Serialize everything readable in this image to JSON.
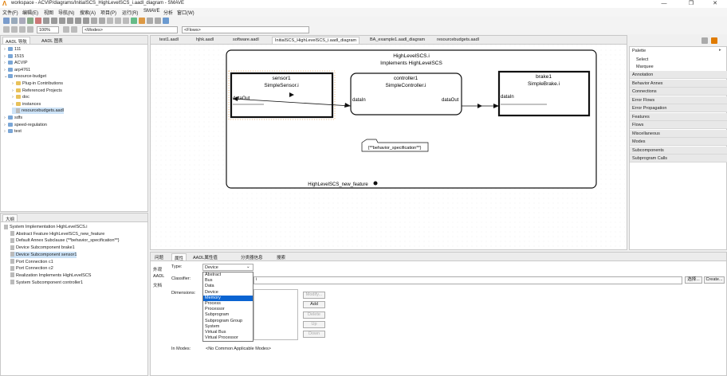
{
  "window": {
    "title": "workspace - ACVIP/diagrams/InitialSCS_HighLevelSCS_i.aadl_diagram - SMAVE",
    "min": "—",
    "max": "❐",
    "close": "✕"
  },
  "menu": [
    "文件(F)",
    "编辑(E)",
    "视图",
    "导航(N)",
    "搜索(A)",
    "项目(P)",
    "运行(R)",
    "SMAVE",
    "分析",
    "窗口(W)"
  ],
  "toolbar": {
    "zoom": "100%",
    "modes": "<Modes>",
    "flows": "<Flows>"
  },
  "left_panel": {
    "tabs": [
      "AADL 导航",
      "AADL 图表"
    ],
    "tree": [
      {
        "label": "111",
        "indent": 0,
        "kind": "proj"
      },
      {
        "label": "1515",
        "indent": 0,
        "kind": "proj"
      },
      {
        "label": "ACVIP",
        "indent": 0,
        "kind": "proj"
      },
      {
        "label": "arp4761",
        "indent": 0,
        "kind": "proj"
      },
      {
        "label": "resource-budget",
        "indent": 0,
        "kind": "proj",
        "open": true
      },
      {
        "label": "Plug-in Contributions",
        "indent": 1,
        "kind": "folder"
      },
      {
        "label": "Referenced Projects",
        "indent": 1,
        "kind": "folder"
      },
      {
        "label": "doc",
        "indent": 1,
        "kind": "folder"
      },
      {
        "label": "instances",
        "indent": 1,
        "kind": "folder"
      },
      {
        "label": "resourcebudgets.aadl",
        "indent": 1,
        "kind": "file",
        "selected": true
      },
      {
        "label": "sdfs",
        "indent": 0,
        "kind": "proj"
      },
      {
        "label": "speed-regulation",
        "indent": 0,
        "kind": "proj"
      },
      {
        "label": "test",
        "indent": 0,
        "kind": "proj"
      }
    ]
  },
  "outline": {
    "tab": "大纲",
    "items": [
      {
        "label": "System Implementation HighLevelSCS.i",
        "indent": 0
      },
      {
        "label": "Abstract Feature HighLevelSCS_new_feature",
        "indent": 1
      },
      {
        "label": "Default Annex Subclause {**behavior_specification**}",
        "indent": 1
      },
      {
        "label": "Device Subcomponent brake1",
        "indent": 1
      },
      {
        "label": "Device Subcomponent sensor1",
        "indent": 1,
        "selected": true
      },
      {
        "label": "Port Connection c1",
        "indent": 1
      },
      {
        "label": "Port Connection c2",
        "indent": 1
      },
      {
        "label": "Realization Implements HighLevelSCS",
        "indent": 1
      },
      {
        "label": "System Subcomponent controller1",
        "indent": 1
      }
    ]
  },
  "editor_tabs": [
    "test1.aadl",
    "hjhk.aadl",
    "software.aadl",
    "InitialSCS_HighLevelSCS_i.aadl_diagram",
    "BA_example1.aadl_diagram",
    "resourcebudgets.aadl"
  ],
  "diagram": {
    "system_title": "HighLevelSCS.i",
    "system_sub": "Implements HighLevelSCS",
    "sensor": {
      "name": "sensor1",
      "type": "SimpleSensor.i",
      "port": "dataOut"
    },
    "controller": {
      "name": "controller1",
      "type": "SimpleController.i",
      "port_in": "dataIn",
      "port_out": "dataOut"
    },
    "brake": {
      "name": "brake1",
      "type": "SimpleBrake.i",
      "port": "dataIn"
    },
    "annex": "{**behavior_specification**}",
    "feature": "HighLevelSCS_new_feature"
  },
  "palette": {
    "title": "Palette",
    "tools": [
      "Select",
      "Marquee"
    ],
    "drawers": [
      "Annotation",
      "Behavior Annex",
      "Connections",
      "Error Flows",
      "Error Propagation",
      "Features",
      "Flows",
      "Miscellaneous",
      "Modes",
      "Subcomponents",
      "Subprogram Calls"
    ]
  },
  "bottom": {
    "tabs": [
      "问题",
      "属性",
      "AADL属性值",
      "分类器信息",
      "搜索"
    ],
    "side_tabs": [
      "外观",
      "AADL",
      "文档"
    ],
    "type_label": "Type:",
    "type_value": "Device",
    "classifier_label": "Classifier:",
    "classifier_value": "i",
    "dimensions_label": "Dimensions:",
    "in_modes_label": "In Modes:",
    "in_modes_value": "<No Common Applicable Modes>",
    "choose_btn": "选择...",
    "create_btn": "Create...",
    "buttons": [
      "Modify...",
      "Add",
      "Delete",
      "Up",
      "Down"
    ],
    "options": [
      "Abstract",
      "Bus",
      "Data",
      "Device",
      "Memory",
      "Process",
      "Processor",
      "Subprogram",
      "Subprogram Group",
      "System",
      "Virtual Bus",
      "Virtual Processor"
    ],
    "highlighted": "Memory"
  }
}
